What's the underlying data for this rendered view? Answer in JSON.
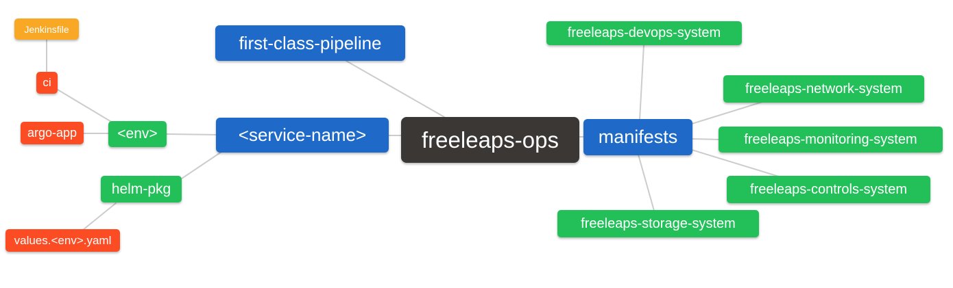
{
  "diagram": {
    "title": "freeleaps-ops mind map",
    "palette": {
      "root_dark": "#3b3735",
      "branch_blue": "#1f6ac8",
      "leaf_green": "#23c05a",
      "leaf_red_orange": "#fb4c24",
      "leaf_orange": "#f9a825",
      "connector_gray": "#cccccc",
      "text_white": "#ffffff"
    },
    "nodes": {
      "jenkinsfile": {
        "label": "Jenkinsfile",
        "color": "#f9a825"
      },
      "ci": {
        "label": "ci",
        "color": "#fb4c24"
      },
      "argo_app": {
        "label": "argo-app",
        "color": "#fb4c24"
      },
      "env": {
        "label": "<env>",
        "color": "#23c05a"
      },
      "helm_pkg": {
        "label": "helm-pkg",
        "color": "#23c05a"
      },
      "values_env_yaml": {
        "label": "values.<env>.yaml",
        "color": "#fb4c24"
      },
      "first_class_pipeline": {
        "label": "first-class-pipeline",
        "color": "#1f6ac8"
      },
      "service_name": {
        "label": "<service-name>",
        "color": "#1f6ac8"
      },
      "freeleaps_ops": {
        "label": "freeleaps-ops",
        "color": "#3b3735"
      },
      "manifests": {
        "label": "manifests",
        "color": "#1f6ac8"
      },
      "devops_system": {
        "label": "freeleaps-devops-system",
        "color": "#23c05a"
      },
      "network_system": {
        "label": "freeleaps-network-system",
        "color": "#23c05a"
      },
      "monitoring_system": {
        "label": "freeleaps-monitoring-system",
        "color": "#23c05a"
      },
      "controls_system": {
        "label": "freeleaps-controls-system",
        "color": "#23c05a"
      },
      "storage_system": {
        "label": "freeleaps-storage-system",
        "color": "#23c05a"
      }
    },
    "edges": [
      {
        "from": "Jenkinsfile",
        "to": "ci"
      },
      {
        "from": "ci",
        "to": "<env>"
      },
      {
        "from": "argo-app",
        "to": "<env>"
      },
      {
        "from": "<env>",
        "to": "<service-name>"
      },
      {
        "from": "helm-pkg",
        "to": "<service-name>"
      },
      {
        "from": "values.<env>.yaml",
        "to": "helm-pkg"
      },
      {
        "from": "first-class-pipeline",
        "to": "freeleaps-ops"
      },
      {
        "from": "<service-name>",
        "to": "freeleaps-ops"
      },
      {
        "from": "freeleaps-ops",
        "to": "manifests"
      },
      {
        "from": "manifests",
        "to": "freeleaps-devops-system"
      },
      {
        "from": "manifests",
        "to": "freeleaps-network-system"
      },
      {
        "from": "manifests",
        "to": "freeleaps-monitoring-system"
      },
      {
        "from": "manifests",
        "to": "freeleaps-controls-system"
      },
      {
        "from": "manifests",
        "to": "freeleaps-storage-system"
      }
    ]
  }
}
